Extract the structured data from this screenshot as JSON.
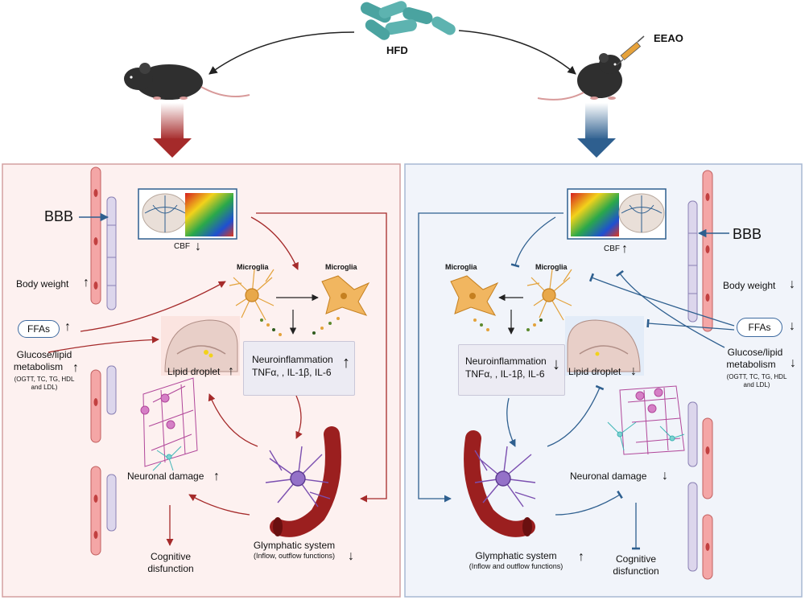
{
  "top": {
    "treatment": "HFD",
    "drug": "EEAO"
  },
  "colors": {
    "hfd_accent": "#a52a2a",
    "eeao_accent": "#2e5f8f",
    "hfd_panel_bg": "#fdf1f0",
    "eeao_panel_bg": "#f1f4fa",
    "vessel": "#9b1f1f",
    "microglia": "#e3a23b",
    "astrocyte": "#7b4fb0",
    "neuron_pink": "#b1479a",
    "neuron_teal": "#3fb6b6"
  },
  "left": {
    "bbb": "BBB",
    "cbf": "CBF",
    "cbf_dir": "↓",
    "microglia_a": "Microglia",
    "microglia_b": "Microglia",
    "body_weight": "Body weight",
    "body_weight_dir": "↑",
    "ffas": "FFAs",
    "ffas_dir": "↑",
    "glucose_1": "Glucose/lipid",
    "glucose_2": "metabolism",
    "glucose_dir": "↑",
    "glucose_sub_1": "(OGTT, TC, TG, HDL",
    "glucose_sub_2": "and LDL)",
    "neuroinfl": "Neuroinflammation",
    "cytokines": "TNFα, , IL-1β, IL-6",
    "neuroinfl_dir": "↑",
    "lipid": "Lipid droplet",
    "lipid_dir": "↑",
    "neuronal": "Neuronal damage",
    "neuronal_dir": "↑",
    "cognitive_1": "Cognitive",
    "cognitive_2": "disfunction",
    "glymph": "Glymphatic system",
    "glymph_sub": "(Inflow, outflow functions)",
    "glymph_dir": "↓"
  },
  "right": {
    "bbb": "BBB",
    "cbf": "CBF",
    "cbf_dir": "↑",
    "microglia_a": "Microglia",
    "microglia_b": "Microglia",
    "body_weight": "Body weight",
    "body_weight_dir": "↓",
    "ffas": "FFAs",
    "ffas_dir": "↓",
    "glucose_1": "Glucose/lipid",
    "glucose_2": "metabolism",
    "glucose_dir": "↓",
    "glucose_sub_1": "(OGTT, TC, TG, HDL",
    "glucose_sub_2": "and LDL)",
    "neuroinfl": "Neuroinflammation",
    "cytokines": "TNFα, , IL-1β, IL-6",
    "neuroinfl_dir": "↓",
    "lipid": "Lipid droplet",
    "lipid_dir": "↓",
    "neuronal": "Neuronal damage",
    "neuronal_dir": "↓",
    "cognitive_1": "Cognitive",
    "cognitive_2": "disfunction",
    "glymph": "Glymphatic system",
    "glymph_sub": "(Inflow and outflow functions)",
    "glymph_dir": "↑"
  }
}
